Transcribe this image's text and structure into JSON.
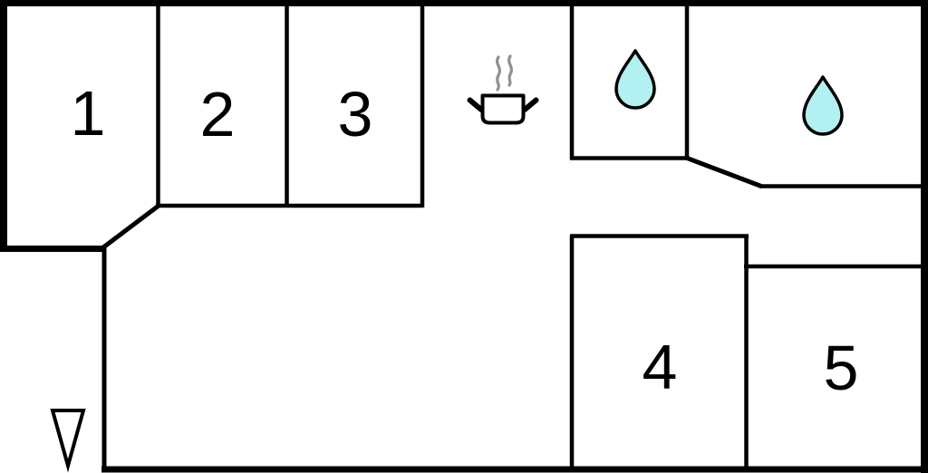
{
  "rooms": [
    {
      "label": "1"
    },
    {
      "label": "2"
    },
    {
      "label": "3"
    },
    {
      "label": "4"
    },
    {
      "label": "5"
    }
  ],
  "icons": [
    {
      "name": "cooking-pot-icon"
    },
    {
      "name": "water-drop-icon"
    },
    {
      "name": "water-drop-icon"
    },
    {
      "name": "entrance-arrow-icon"
    }
  ],
  "colors": {
    "wall": "#000000",
    "background": "#ffffff",
    "water_drop_fill": "#b3f0f1",
    "steam_gray": "#909090"
  }
}
